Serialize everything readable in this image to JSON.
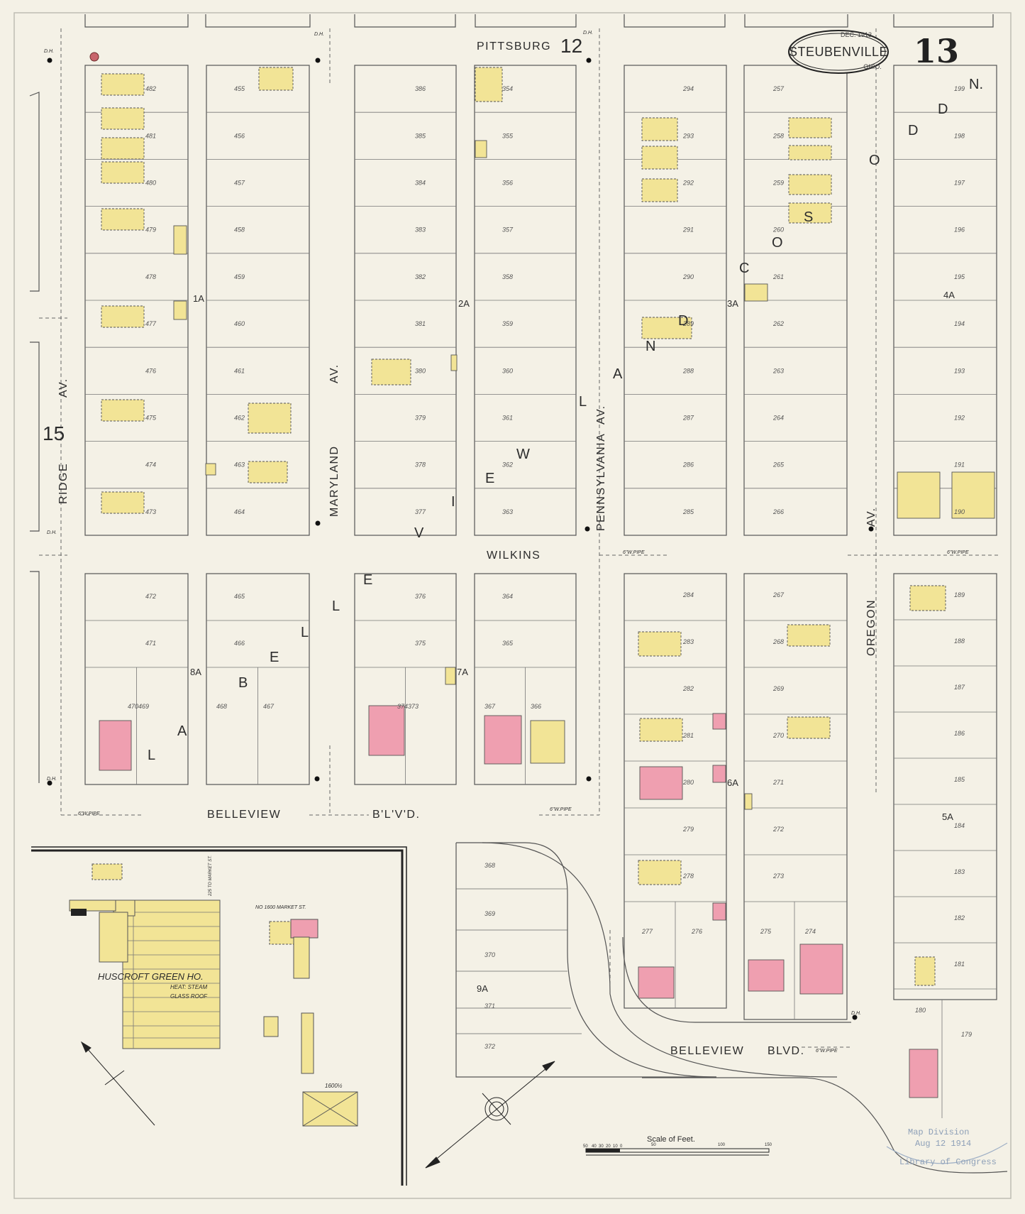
{
  "map": {
    "city": "STEUBENVILLE",
    "state": "OHIO.",
    "date": "DEC. 1913",
    "sheet_number": "13",
    "adjacent_sheet_top": "12",
    "adjacent_sheet_left": "15"
  },
  "streets": {
    "pittsburg": "PITTSBURG",
    "ridge": "RIDGE",
    "ridge_av": "AV.",
    "maryland": "MARYLAND",
    "maryland_av": "AV.",
    "pennsylvania": "PENNSYLVANIA",
    "pennsylvania_av": "AV.",
    "wilkins": "WILKINS",
    "oregon": "OREGON",
    "oregon_av": "AV.",
    "belleview_1": "BELLEVIEW",
    "blvd_1": "B'L'V'D.",
    "belleview_2": "BELLEVIEW",
    "blvd_2": "BLVD.",
    "belleview_plat": [
      "B",
      "E",
      "L",
      "L",
      "E",
      "V",
      "I",
      "E",
      "W"
    ],
    "land_plat": [
      "L",
      "A",
      "N",
      "D"
    ],
    "la_plat": [
      "L",
      "A"
    ],
    "ocsodd_plat": [
      "O",
      "C",
      "S",
      "O",
      "D",
      "D",
      "N."
    ]
  },
  "block_labels": [
    "1A",
    "2A",
    "3A",
    "4A",
    "5A",
    "6A",
    "7A",
    "8A",
    "9A"
  ],
  "lots": {
    "b1a_left": [
      "482",
      "481",
      "480",
      "479",
      "478",
      "477",
      "476",
      "475",
      "474",
      "473"
    ],
    "b1a_right": [
      "455",
      "456",
      "457",
      "458",
      "459",
      "460",
      "461",
      "462",
      "463",
      "464"
    ],
    "b2a_left": [
      "386",
      "385",
      "384",
      "383",
      "382",
      "381",
      "380",
      "379",
      "378",
      "377"
    ],
    "b2a_right": [
      "354",
      "355",
      "356",
      "357",
      "358",
      "359",
      "360",
      "361",
      "362",
      "363"
    ],
    "b3a_left": [
      "294",
      "293",
      "292",
      "291",
      "290",
      "289",
      "288",
      "287",
      "286",
      "285"
    ],
    "b3a_right": [
      "257",
      "258",
      "259",
      "260",
      "261",
      "262",
      "263",
      "264",
      "265",
      "266"
    ],
    "b4a": [
      "199",
      "198",
      "197",
      "196",
      "195",
      "194",
      "193",
      "192",
      "191",
      "190"
    ],
    "b8a_left": [
      "472",
      "471",
      "470",
      "469"
    ],
    "b8a_right": [
      "465",
      "466",
      "468",
      "467"
    ],
    "b7a_left": [
      "376",
      "375",
      "374",
      "373"
    ],
    "b7a_right": [
      "364",
      "365",
      "367",
      "366"
    ],
    "b6a_left": [
      "284",
      "283",
      "282",
      "281",
      "280",
      "279",
      "278",
      "277",
      "276"
    ],
    "b6a_right": [
      "267",
      "268",
      "269",
      "270",
      "271",
      "272",
      "273",
      "275",
      "274"
    ],
    "b5a": [
      "189",
      "188",
      "187",
      "186",
      "185",
      "184",
      "183",
      "182",
      "181",
      "180",
      "179"
    ],
    "b9a": [
      "368",
      "369",
      "370",
      "371",
      "372"
    ]
  },
  "greenhouse": {
    "title": "HUSCROFT GREEN HO.",
    "sub1": "HEAT: STEAM",
    "sub2": "GLASS ROOF",
    "address": "NO 1600 MARKET ST.",
    "address2": "225 TO MARKET ST.",
    "lot": "1600½"
  },
  "scale": {
    "title": "Scale of Feet.",
    "ticks": [
      "50",
      "40",
      "30",
      "20",
      "10",
      "0",
      "50",
      "100",
      "150"
    ]
  },
  "stamp": {
    "line1": "Map Division",
    "line2": "Aug 12 1914",
    "line3": "Library of Congress"
  },
  "pipes": {
    "pipe6": "6\"W.PIPE",
    "pipe8": "8\"W.PIPE",
    "dh": "D.H."
  },
  "colors": {
    "paper": "#f4f1e6",
    "frame": "#c8c6bd",
    "dwelling": "#f2e496",
    "brick": "#ef9fb0",
    "ink": "#2c2c2c"
  }
}
